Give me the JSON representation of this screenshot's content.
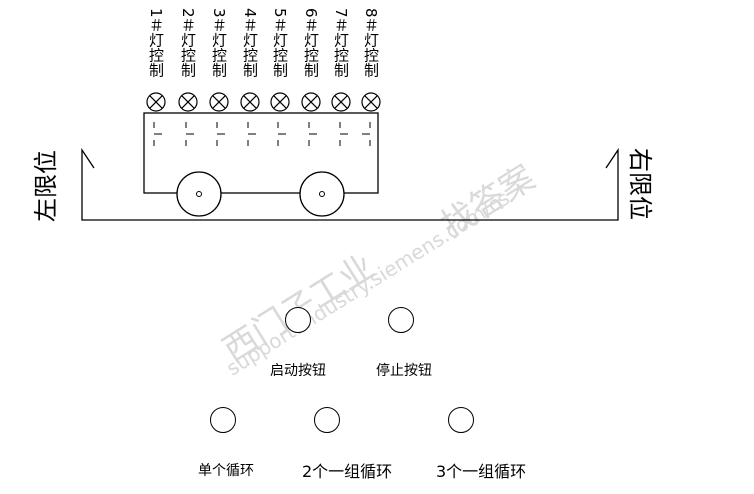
{
  "lamps": [
    {
      "label": "1＃灯控制"
    },
    {
      "label": "2＃灯控制"
    },
    {
      "label": "3＃灯控制"
    },
    {
      "label": "4＃灯控制"
    },
    {
      "label": "5＃灯控制"
    },
    {
      "label": "6＃灯控制"
    },
    {
      "label": "7＃灯控制"
    },
    {
      "label": "8＃灯控制"
    }
  ],
  "limits": {
    "left_label": "左限位",
    "right_label": "右限位"
  },
  "buttons": {
    "start_label": "启动按钮",
    "stop_label": "停止按钮",
    "single_cycle_label": "单个循环",
    "two_group_label": "2个一组循环",
    "three_group_label": "3个一组循环"
  },
  "watermark": {
    "line1": "西门子工业",
    "line2": "support.industry.siemens.com/cs",
    "line3": "找答案"
  }
}
